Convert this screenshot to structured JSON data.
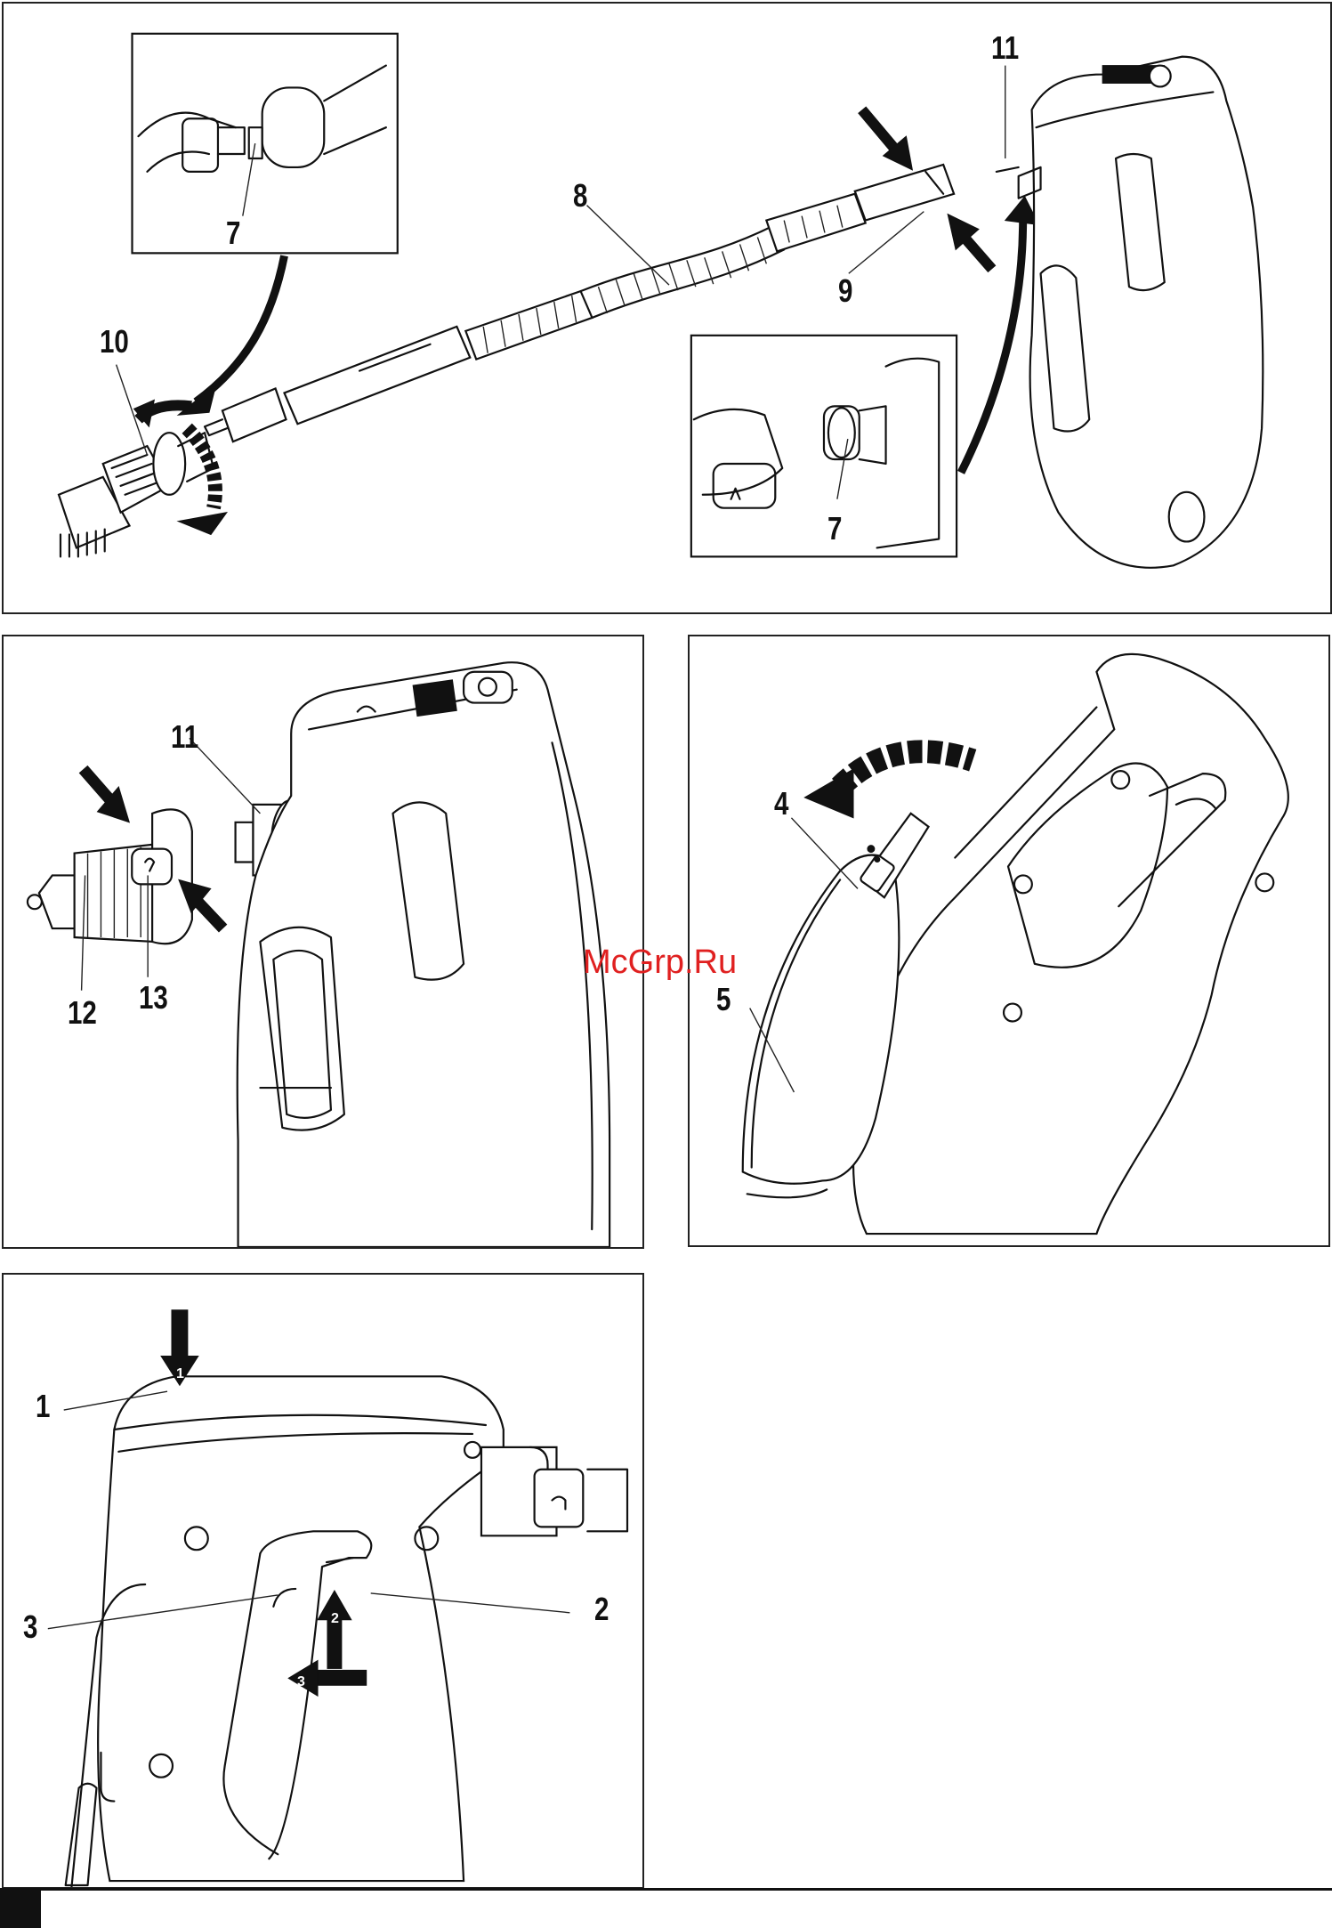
{
  "watermark": "McGrp.Ru",
  "figures": {
    "fig1": {
      "callouts": [
        "7",
        "8",
        "9",
        "10",
        "11",
        "7"
      ]
    },
    "fig2": {
      "callouts": [
        "11",
        "12",
        "13"
      ]
    },
    "fig3": {
      "callouts": [
        "4",
        "5"
      ]
    },
    "fig4": {
      "callouts": [
        "1",
        "2",
        "3"
      ],
      "arrow_steps": [
        "1",
        "2",
        "3"
      ]
    }
  },
  "colors": {
    "ink": "#111111",
    "watermark": "#e02020"
  }
}
